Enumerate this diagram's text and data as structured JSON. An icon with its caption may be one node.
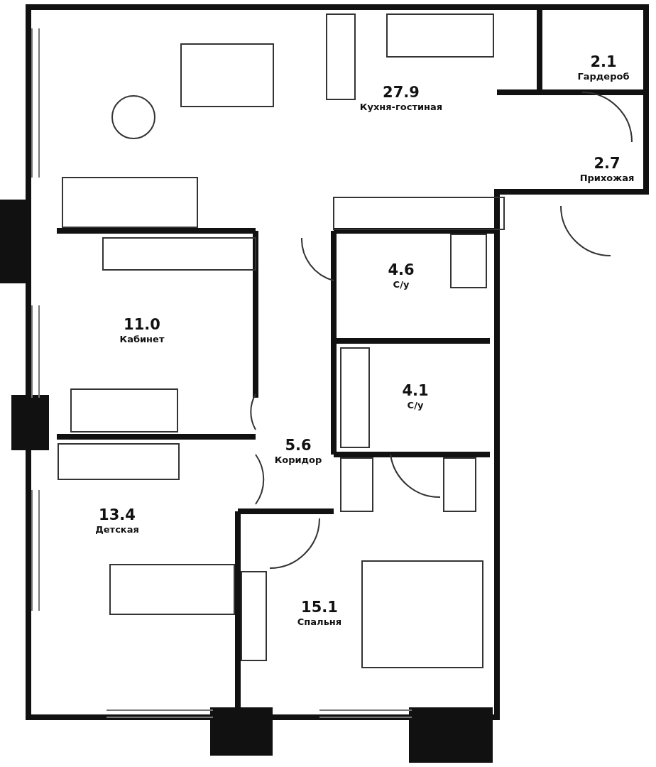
{
  "diagram": {
    "nodes": [
      {
        "text": [
          "27.9",
          "Кухня-гостиная"
        ]
      },
      {
        "text": [
          "2.1",
          "Гардероб"
        ]
      },
      {
        "text": [
          "2.7",
          "Прихожая"
        ]
      },
      {
        "text": [
          "4.6",
          "С/у"
        ]
      },
      {
        "text": [
          "11.0",
          "Кабинет"
        ]
      },
      {
        "text": [
          "4.1",
          "С/у"
        ]
      },
      {
        "text": [
          "5.6",
          "Коридор"
        ]
      },
      {
        "text": [
          "13.4",
          "Детская"
        ]
      },
      {
        "text": [
          "15.1",
          "Спальня"
        ]
      }
    ]
  }
}
